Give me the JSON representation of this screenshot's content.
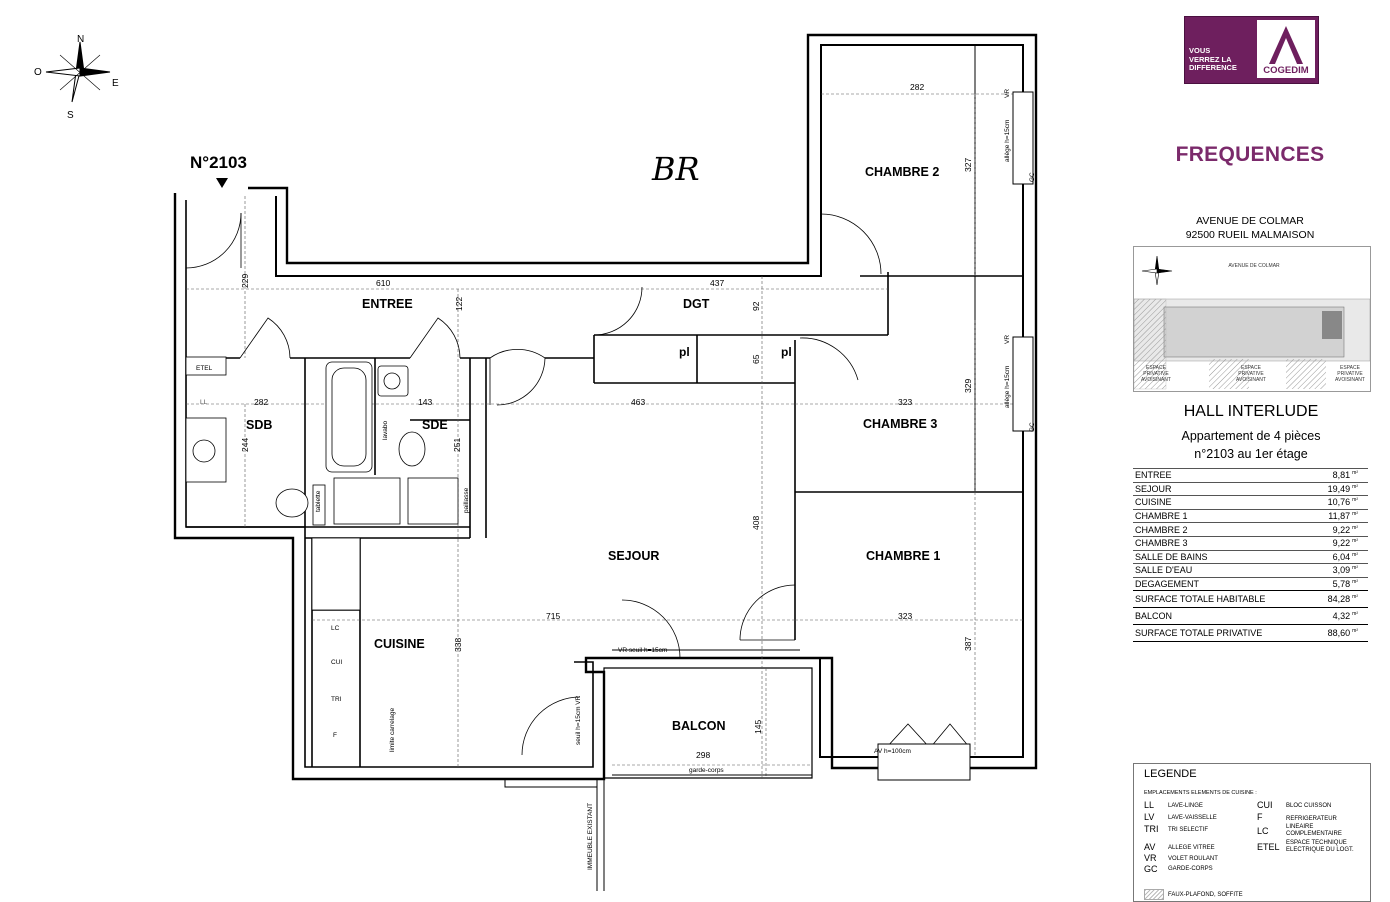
{
  "apartment_tag": "N°2103",
  "handwritten_note": "BR",
  "compass": {
    "n": "N",
    "e": "E",
    "s": "S",
    "w": "O"
  },
  "logo": {
    "tagline_lines": [
      "VOUS",
      "VERREZ LA",
      "DIFFERENCE"
    ],
    "brand": "COGEDIM"
  },
  "program_title": "FREQUENCES",
  "address": {
    "line1": "AVENUE DE COLMAR",
    "line2": "92500 RUEIL MALMAISON"
  },
  "site_map": {
    "street": "AVENUE DE COLMAR",
    "label": "ESPACE PRIVATIVE AVOISINANT",
    "label_lines": [
      "ESPACE",
      "PRIVATIVE",
      "AVOISINANT"
    ]
  },
  "building": {
    "hall": "HALL INTERLUDE",
    "type": "Appartement de 4 pièces",
    "location": "n°2103 au 1er étage"
  },
  "unit": "m²",
  "surfaces": [
    {
      "name": "ENTREE",
      "value": "8,81"
    },
    {
      "name": "SEJOUR",
      "value": "19,49"
    },
    {
      "name": "CUISINE",
      "value": "10,76"
    },
    {
      "name": "CHAMBRE 1",
      "value": "11,87"
    },
    {
      "name": "CHAMBRE 2",
      "value": "9,22"
    },
    {
      "name": "CHAMBRE 3",
      "value": "9,22"
    },
    {
      "name": "SALLE DE BAINS",
      "value": "6,04"
    },
    {
      "name": "SALLE D'EAU",
      "value": "3,09"
    },
    {
      "name": "DEGAGEMENT",
      "value": "5,78"
    }
  ],
  "totals": {
    "habitable_label": "SURFACE TOTALE HABITABLE",
    "habitable_value": "84,28",
    "balcon_label": "BALCON",
    "balcon_value": "4,32",
    "privative_label": "SURFACE TOTALE PRIVATIVE",
    "privative_value": "88,60"
  },
  "rooms": {
    "entree": "ENTREE",
    "dgt": "DGT",
    "sdb": "SDB",
    "sde": "SDE",
    "sejour": "SEJOUR",
    "cuisine": "CUISINE",
    "chambre1": "CHAMBRE 1",
    "chambre2": "CHAMBRE 2",
    "chambre3": "CHAMBRE 3",
    "balcon": "BALCON"
  },
  "dimensions": {
    "d610": "610",
    "d437": "437",
    "d282a": "282",
    "d327": "327",
    "d229": "229",
    "d122": "122",
    "d92": "92",
    "d65": "65",
    "d282b": "282",
    "d143": "143",
    "d244": "244",
    "d251": "251",
    "d463": "463",
    "d323a": "323",
    "d329": "329",
    "d408": "408",
    "d715": "715",
    "d323b": "323",
    "d338": "338",
    "d387": "387",
    "d145": "145",
    "d298": "298"
  },
  "annotations": {
    "etel": "ETEL",
    "ll": "LL",
    "pl1": "pl",
    "pl2": "pl",
    "lc": "LC",
    "cui": "CUI",
    "tri": "TRI",
    "f": "F",
    "lavabo": "lavabo",
    "tablette": "tablette",
    "paillasse": "paillasse",
    "limite_carrelage": "limite carrelage",
    "garde_corps": "garde-corps",
    "vr_seuil": "VR seuil h=15cm",
    "seuil_vr": "seuil h=15cm VR",
    "av_window": "AV h=100cm",
    "allege1": "allège h=15cm",
    "allege2": "allège h=15cm",
    "vr1": "VR",
    "vr2": "VR",
    "gc1": "GC",
    "gc2": "GC",
    "immeuble": "IMMEUBLE EXISTANT"
  },
  "legend": {
    "title": "LEGENDE",
    "subtitle": "EMPLACEMENTS ELEMENTS DE CUISINE :",
    "left_items": [
      {
        "code": "LL",
        "desc": "LAVE-LINGE"
      },
      {
        "code": "LV",
        "desc": "LAVE-VAISSELLE"
      },
      {
        "code": "TRI",
        "desc": "TRI SELECTIF"
      },
      {
        "code": "AV",
        "desc": "ALLEGE VITREE"
      },
      {
        "code": "VR",
        "desc": "VOLET ROULANT"
      },
      {
        "code": "GC",
        "desc": "GARDE-CORPS"
      }
    ],
    "right_items": [
      {
        "code": "CUI",
        "desc": "BLOC CUISSON"
      },
      {
        "code": "F",
        "desc": "REFRIGERATEUR"
      },
      {
        "code": "LC",
        "desc": "LINEAIRE COMPLEMENTAIRE"
      },
      {
        "code": "ETEL",
        "desc": "ESPACE TECHNIQUE ELECTRIQUE DU LOGT."
      }
    ],
    "hatch_label": "FAUX-PLAFOND, SOFFITE"
  },
  "colors": {
    "brand_purple": "#6e1f5e",
    "title_purple": "#7b2a6b",
    "wall": "#000000",
    "dim_line": "#555555"
  }
}
